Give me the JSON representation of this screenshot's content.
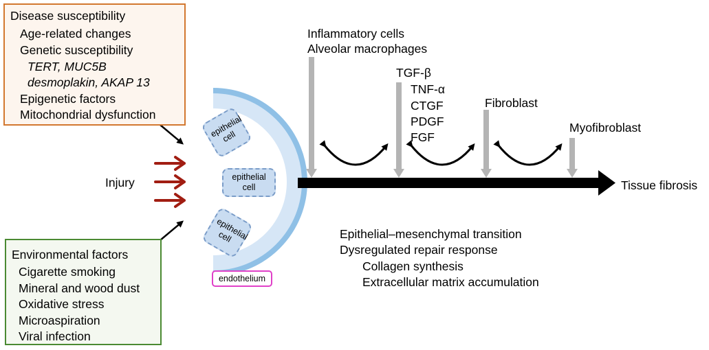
{
  "disease": {
    "title": "Disease susceptibility",
    "items": [
      {
        "text": "Age-related changes",
        "italic": false
      },
      {
        "text": "Genetic susceptibility",
        "italic": false
      },
      {
        "text": "TERT, MUC5B",
        "italic": true
      },
      {
        "text": "desmoplakin, AKAP 13",
        "italic": true
      },
      {
        "text": "Epigenetic factors",
        "italic": false
      },
      {
        "text": "Mitochondrial dysfunction",
        "italic": false
      }
    ]
  },
  "environment": {
    "title": "Environmental factors",
    "items": [
      "Cigarette smoking",
      "Mineral and wood dust",
      "Oxidative stress",
      "Microaspiration",
      "Viral infection"
    ]
  },
  "injury": "Injury",
  "cells": {
    "top": "epithelial cell",
    "middle": "epithelial cell",
    "bottom": "epithelial cell"
  },
  "endothelium": "endothelium",
  "mediators": {
    "inflammatory": [
      "Inflammatory cells",
      "Alveolar macrophages"
    ],
    "cytokines": [
      "TGF-β",
      "TNF-α",
      "CTGF",
      "PDGF",
      "FGF"
    ],
    "fibroblast": "Fibroblast",
    "myofibroblast": "Myofibroblast"
  },
  "outcome": "Tissue fibrosis",
  "processes": [
    "Epithelial–mesenchymal transition",
    "Dysregulated repair response",
    "Collagen synthesis",
    "Extracellular matrix accumulation"
  ],
  "colors": {
    "disease_border": "#d2772e",
    "env_border": "#4a8a32",
    "injury_arrow": "#a11d12",
    "membrane": "#8fc0e6",
    "cell_fill": "#c9dcf1",
    "endothelium_border": "#e040c8",
    "mediator_arrow": "#b4b4b4"
  }
}
